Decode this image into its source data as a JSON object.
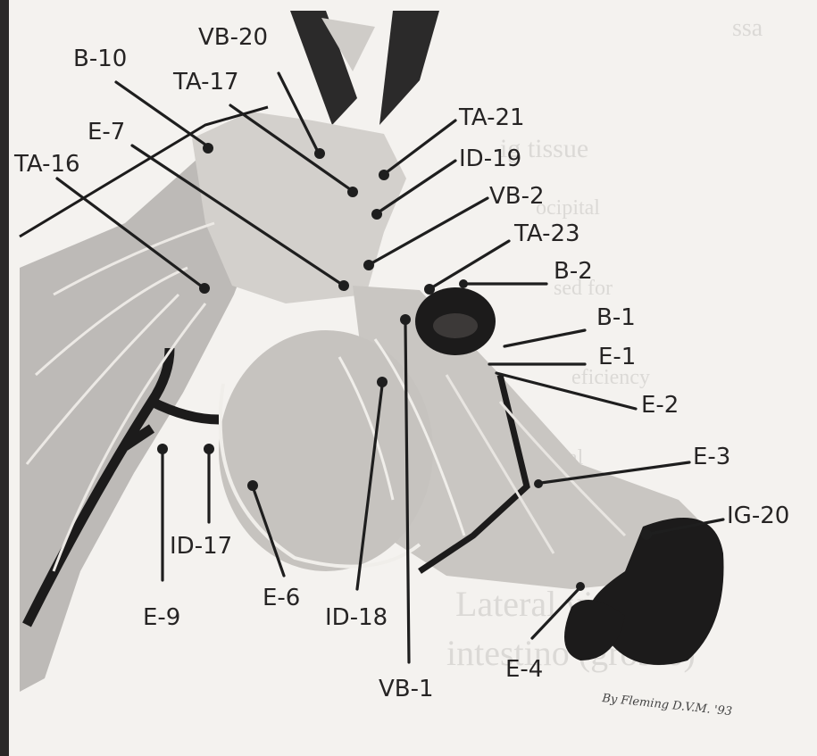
{
  "points": [
    {
      "id": "vb20",
      "label": "VB-20"
    },
    {
      "id": "b10",
      "label": "B-10"
    },
    {
      "id": "ta17",
      "label": "TA-17"
    },
    {
      "id": "e7",
      "label": "E-7"
    },
    {
      "id": "ta16",
      "label": "TA-16"
    },
    {
      "id": "ta21",
      "label": "TA-21"
    },
    {
      "id": "id19",
      "label": "ID-19"
    },
    {
      "id": "vb2",
      "label": "VB-2"
    },
    {
      "id": "ta23",
      "label": "TA-23"
    },
    {
      "id": "b2",
      "label": "B-2"
    },
    {
      "id": "b1",
      "label": "B-1"
    },
    {
      "id": "e1",
      "label": "E-1"
    },
    {
      "id": "e2",
      "label": "E-2"
    },
    {
      "id": "e3",
      "label": "E-3"
    },
    {
      "id": "ig20",
      "label": "IG-20"
    },
    {
      "id": "id17",
      "label": "ID-17"
    },
    {
      "id": "e9",
      "label": "E-9"
    },
    {
      "id": "e6",
      "label": "E-6"
    },
    {
      "id": "id18",
      "label": "ID-18"
    },
    {
      "id": "vb1",
      "label": "VB-1"
    },
    {
      "id": "e4",
      "label": "E-4"
    }
  ],
  "signature": "By Fleming D.V.M. '93",
  "colors": {
    "ink": "#1e1e1e",
    "muscle": "#bdbab7",
    "muscle_light": "#d3d0cc",
    "cheek": "#c6c3bf",
    "page": "#f4f2ef",
    "dark": "#1c1b1b"
  }
}
